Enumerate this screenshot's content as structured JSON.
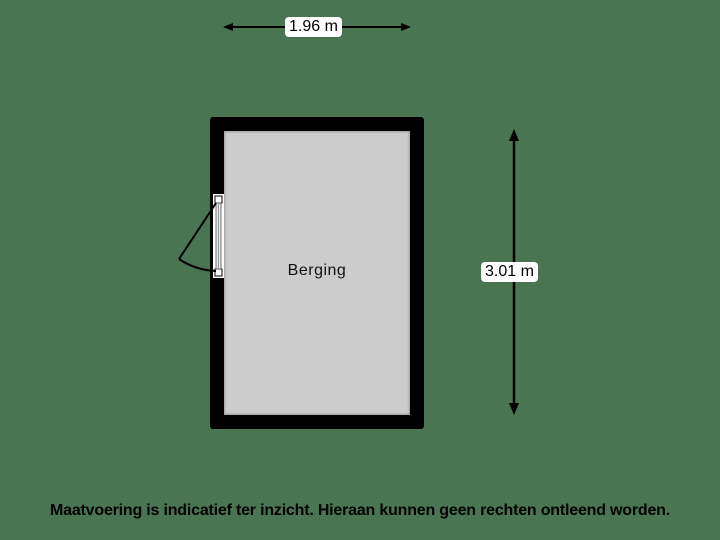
{
  "floorplan": {
    "background_color": "#4a7552",
    "wall_color": "#000000",
    "floor_color": "#cccccc",
    "rooms": [
      {
        "label": "Berging"
      }
    ],
    "dimensions": {
      "width": {
        "label": "1.96 m"
      },
      "height": {
        "label": "3.01 m"
      }
    },
    "door": {
      "position": "left wall",
      "swing": "outward"
    }
  },
  "footer": {
    "disclaimer": "Maatvoering is indicatief ter inzicht. Hieraan kunnen geen rechten ontleend worden."
  }
}
